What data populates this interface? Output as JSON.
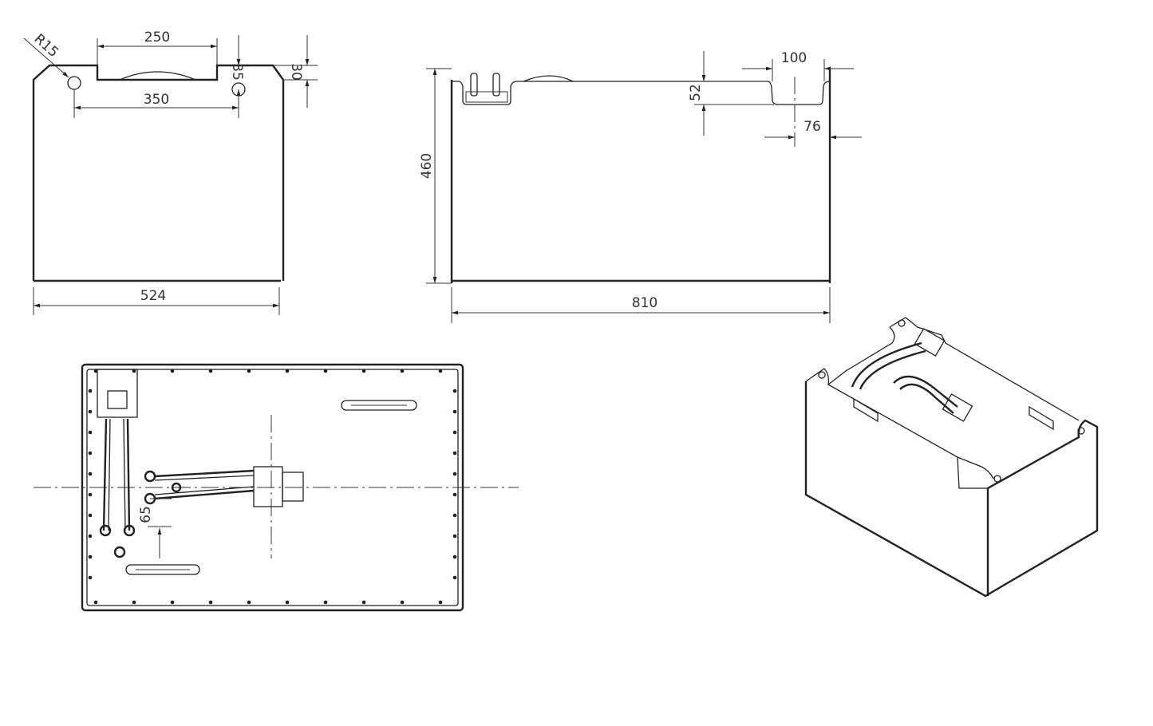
{
  "front_view": {
    "radius_label": "R15",
    "top_notch_width": "250",
    "hole_spacing": "350",
    "hole_offset": "35",
    "chamfer_height": "30",
    "overall_width": "524"
  },
  "side_view": {
    "overall_height": "460",
    "overall_length": "810",
    "recess_width": "100",
    "recess_depth": "52",
    "recess_offset": "76"
  },
  "top_view": {
    "cable_offset": "65"
  }
}
